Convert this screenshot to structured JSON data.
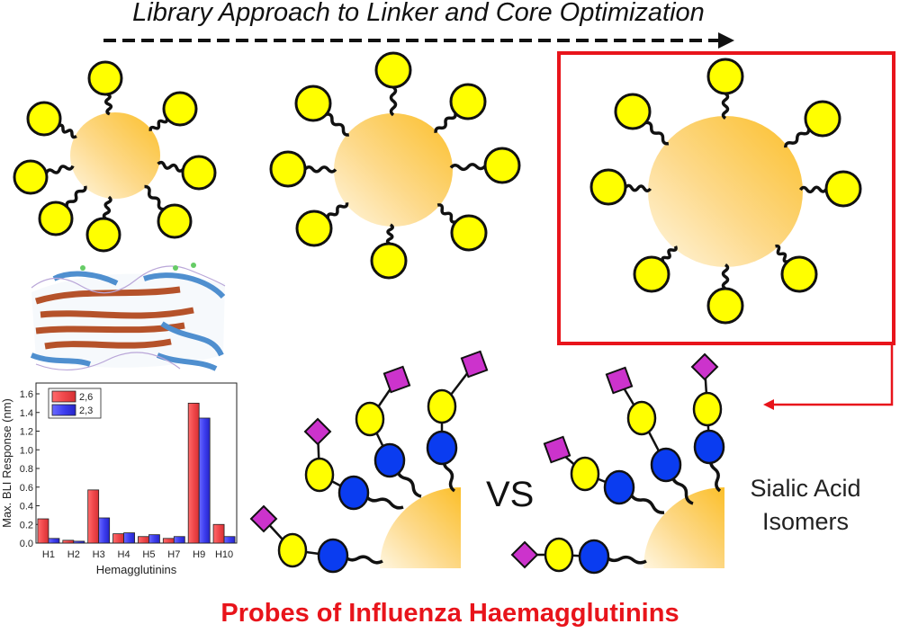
{
  "header": {
    "title": "Library Approach to Linker and Core Optimization"
  },
  "comparison": {
    "vs_label": "VS",
    "isomers_label_line1": "Sialic Acid",
    "isomers_label_line2": "Isomers"
  },
  "footer": {
    "title": "Probes of Influenza Haemagglutinins"
  },
  "colors": {
    "accent_red": "#e8141b",
    "ligand_yellow": "#ffff00",
    "core_orange": "#fcc436",
    "glycan_blue": "#0a3cf0",
    "sialic_magenta": "#cc33cc"
  },
  "chart_data": {
    "type": "bar",
    "title": "",
    "xlabel": "Hemagglutinins",
    "ylabel": "Max. BLI Response (nm)",
    "ylim": [
      0,
      1.65
    ],
    "yticks": [
      "0.0",
      "0.2",
      "0.4",
      "0.6",
      "0.8",
      "1.0",
      "1.2",
      "1.4",
      "1.6"
    ],
    "categories": [
      "H1",
      "H2",
      "H3",
      "H4",
      "H5",
      "H7",
      "H9",
      "H10"
    ],
    "legend_position": "top-left",
    "series": [
      {
        "name": "2,6",
        "color": "#f0484b",
        "values": [
          0.26,
          0.03,
          0.57,
          0.1,
          0.07,
          0.05,
          1.5,
          0.2
        ]
      },
      {
        "name": "2,3",
        "color": "#3e3ef0",
        "values": [
          0.05,
          0.02,
          0.27,
          0.11,
          0.09,
          0.07,
          1.34,
          0.07
        ]
      }
    ]
  }
}
